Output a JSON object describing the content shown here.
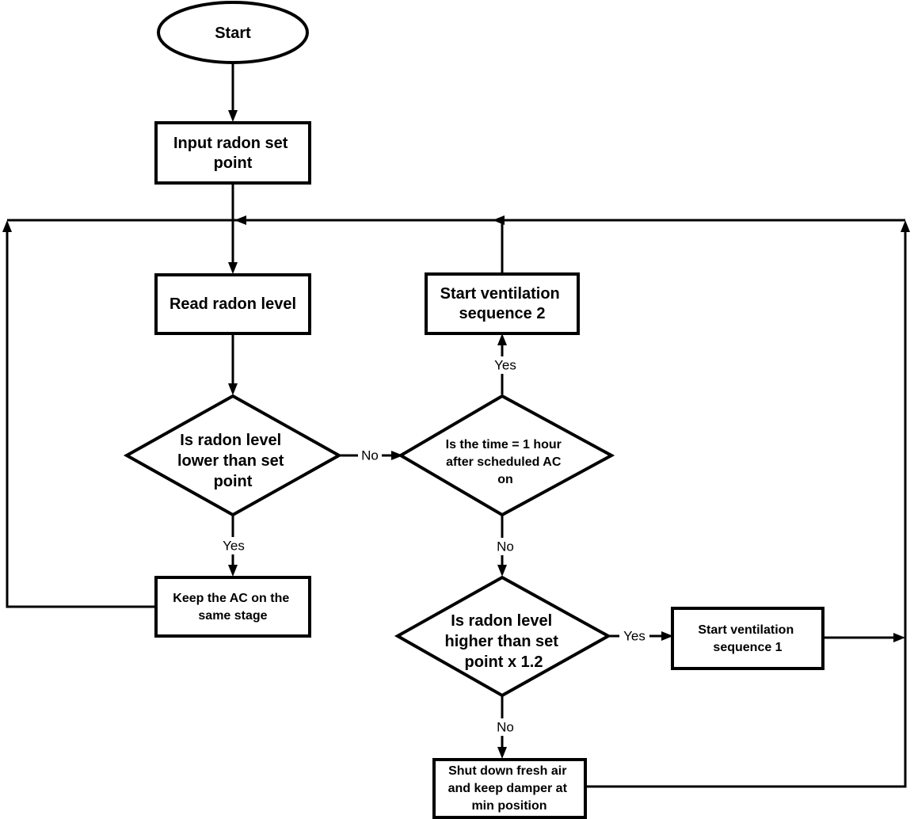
{
  "nodes": {
    "start": {
      "lines": [
        "Start"
      ]
    },
    "input_setpoint": {
      "lines": [
        "Input radon set",
        "point"
      ]
    },
    "read_level": {
      "lines": [
        "Read radon level"
      ]
    },
    "decision_lower": {
      "lines": [
        "Is radon level",
        "lower than set",
        "point"
      ]
    },
    "keep_ac": {
      "lines": [
        "Keep the AC on the",
        "same stage"
      ]
    },
    "decision_time": {
      "lines": [
        "Is the time = 1 hour",
        "after scheduled AC",
        "on"
      ]
    },
    "vent_seq2": {
      "lines": [
        "Start ventilation",
        "sequence 2"
      ]
    },
    "decision_higher": {
      "lines": [
        "Is radon level",
        "higher than set",
        "point x 1.2"
      ]
    },
    "vent_seq1": {
      "lines": [
        "Start ventilation",
        "sequence 1"
      ]
    },
    "shutdown": {
      "lines": [
        "Shut down fresh air",
        "and keep damper at",
        "min position"
      ]
    }
  },
  "edge_labels": {
    "lower_no": "No",
    "lower_yes": "Yes",
    "time_yes": "Yes",
    "time_no": "No",
    "higher_yes": "Yes",
    "higher_no": "No"
  }
}
